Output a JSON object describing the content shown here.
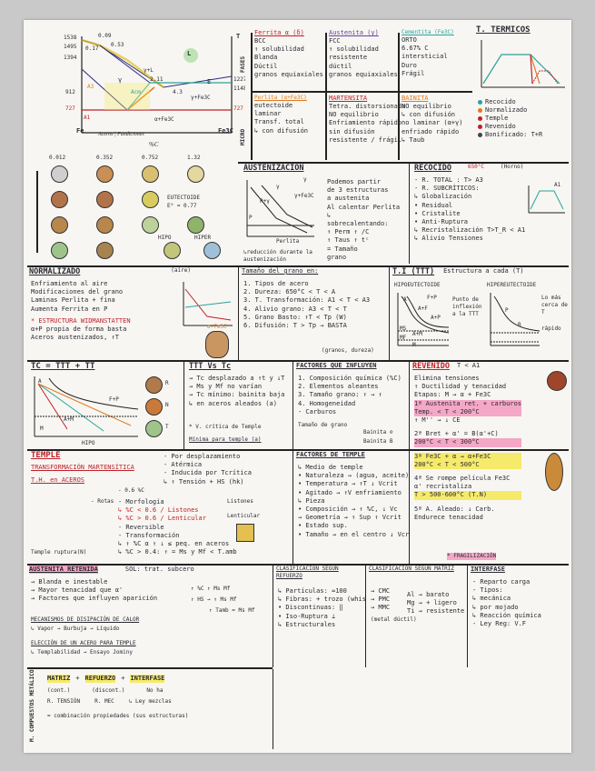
{
  "phase_diagram": {
    "temps": [
      "1538",
      "1495",
      "1394",
      "912",
      "727"
    ],
    "right_temps": [
      "1227",
      "1148",
      "727"
    ],
    "comps": [
      "0.09",
      "0.53",
      "0.17",
      "2.11",
      "4.3"
    ],
    "labels": {
      "L": "L",
      "gamma": "γ",
      "gL": "γ+L",
      "A3": "A3",
      "A1": "A1",
      "E": "E",
      "Fe3C": "γ+Fe3C",
      "aFe3C": "α+Fe3C",
      "acm": "Acm",
      "Fe": "Fe",
      "Fe3C_axis": "Fe3C",
      "T": "T"
    },
    "axis": "Aceros | Fundiciones",
    "xaxis": "%C"
  },
  "phases_table": {
    "side_label": "FASES",
    "micro_label": "MICRO",
    "cols": [
      {
        "title": "Ferrita α (δ)",
        "lines": [
          "BCC",
          "↑ solubilidad",
          "Blanda",
          "Dúctil",
          "granos equiaxiales"
        ]
      },
      {
        "title": "Austenita (γ)",
        "lines": [
          "FCC",
          "↑ solubilidad",
          "resistente",
          "dúctil",
          "granos equiaxiales"
        ]
      },
      {
        "title": "Cementita (Fe3C)",
        "lines": [
          "ORTO",
          "6.67% C",
          "intersticial",
          "Duro",
          "Frágil"
        ]
      }
    ],
    "micro": [
      {
        "title": "Perlita (α+Fe3C)",
        "lines": [
          "eutectoide",
          "laminar",
          "Transf. total",
          "↳ con difusión"
        ]
      },
      {
        "title": "MARTENSITA",
        "lines": [
          "Tetra. distorsionada",
          "NO equilibrio",
          "Enfriamiento rápido",
          "sin difusión",
          "resistente / frágil"
        ]
      },
      {
        "title": "BAINITA",
        "lines": [
          "NO equilibrio",
          "↳ con difusión",
          "no laminar (α+γ)",
          "enfriado rápido",
          "↳ Taub"
        ]
      }
    ]
  },
  "termicos": {
    "title": "T. TÉRMICOS",
    "legend": [
      "Recocido",
      "Normalizado",
      "Temple",
      "Revenido",
      "Bonificado: T+R"
    ],
    "legend_colors": [
      "#2aa39a",
      "#e07a1f",
      "#c0202a",
      "#c0202a",
      "#444444"
    ]
  },
  "micro_circles": {
    "labels": [
      "0.012",
      "0.352",
      "0.752",
      "1.32"
    ],
    "notes": [
      "EUTECTOIDE",
      "E⁰ = 0.77",
      "HIPO",
      "HIPER"
    ]
  },
  "austenizacion": {
    "title": "AUSTENIZACIÓN",
    "lines": [
      "Podemos partir",
      "de 3 estructuras",
      "a austenita",
      "Al calentar Perlita",
      "↳",
      "sobrecalentando:",
      "↑ Perm ↑ /C",
      "↑ Taus ↑ tᶜ",
      "= Tamaño",
      "grano"
    ],
    "note": "↳reducción durante la austenización",
    "curve_labels": [
      "P",
      "P+γ",
      "γ",
      "γ+Fe3C",
      "γ",
      "Perlita"
    ]
  },
  "recocido": {
    "title": "RECOCIDO",
    "lines": [
      "(Horno)",
      "- R. TOTAL : T> A3",
      "- R. SUBCRÍTICOS:",
      "↳ Globalización",
      "• Residual",
      "• Cristalite",
      "• Anti-Ruptura",
      "↳ Recristalización T>T_R < A1",
      "↳ Alivio Tensiones"
    ],
    "temp": "650°C",
    "axis": "A1"
  },
  "normalizado": {
    "title": "NORMALIZADO",
    "tag": "(aire)",
    "lines": [
      "Enfriamiento al aire",
      "Modificaciones del grano",
      "Laminas Perlita + fina",
      "Aumenta Ferrita en P",
      "* ESTRUCTURA WIDMANSTATTEN",
      "α+P propia de forma basta",
      "Aceros austenizados, ↑T"
    ],
    "micro_label": "α+Fe3C"
  },
  "tamanio_grano": {
    "title": "Tamaño del grano en:",
    "lines": [
      "1. Tipos de acero",
      "2. Dureza: 650°C < T < A",
      "3. T. Transformación: A1 < T < A3",
      "4. Alivio grano: A3 < T < T",
      "5. Grano Basto: ↑T < Tp (W)",
      "6. Difusión: T > Tp → BASTA"
    ],
    "note": "(granos, dureza)"
  },
  "ttt": {
    "title": "T.I (TTT)",
    "subtitle": "Estructura a cada (T)",
    "hipo": "HIPOEUTECTOIDE",
    "hiper": "HIPEREUTECTOIDE",
    "labels": [
      "A",
      "A+F",
      "A+P",
      "F+P",
      "MS",
      "MF",
      "A+M",
      "M",
      "B",
      "P"
    ],
    "notes": [
      "Punto de inflexión a la TTT",
      "Lo más cerca de T",
      "rápido"
    ]
  },
  "tc": {
    "title": "TC = TTT + TT",
    "labels": [
      "A",
      "A+M",
      "F+P",
      "M",
      "HIPO"
    ],
    "circles": [
      "R",
      "N",
      "T"
    ]
  },
  "ttt_vs_tc": {
    "title": "TTT Vs Tc",
    "lines": [
      "→ Tc desplazado a ↑t y ↓T",
      "→ Ms y Mf no varían",
      "→ Tc mínimo: bainita baja",
      "↳ en aceros aleados (a)"
    ],
    "note": "* V. crítica de Temple",
    "footer": "Mínima para temple (a)"
  },
  "factores": {
    "title": "FACTORES QUE INFLUYEN",
    "lines": [
      "1. Composición química (%C)",
      "2. Elementos aleantes",
      "3. Tamaño grano: ↑ → ↑",
      "4. Homogeneidad",
      "- Carburos"
    ],
    "notes": [
      "Tamaño de grano",
      "Bainita ⊘",
      "Bainita B"
    ]
  },
  "revenido": {
    "title": "REVENIDO",
    "tag": "T < A1",
    "lines": [
      "Elimina tensiones",
      "↑ Ductilidad y tenacidad",
      "Etapas: M → α + Fe3C",
      "1ª Austenita ret. + carburos",
      "Temp. < T < 200°C",
      "↑ M'' → ↓ CE",
      "2ª Bret + α' = B(α'+C)",
      "200°C < T < 300°C",
      "3ª Fe3C + α → α+Fe3C",
      "200°C < T < 500°C",
      "4ª Se rompe película Fe3C",
      "α' recristaliza",
      "T > 500-600°C (T.N)",
      "5ª A. Aleado: ↓ Carb.",
      "Endurece tenacidad"
    ],
    "note": "* FRAGILIZACIÓN"
  },
  "temple": {
    "title": "TEMPLE",
    "subtitle": "TRANSFORMACIÓN MARTENSÍTICA",
    "sub2": "T.H. en ACEROS",
    "lines": [
      "- Por desplazamiento",
      "- Atérmica",
      "- Inducida por Tcrítica",
      "↳ ↑ Tensión + HS (hk)",
      "- Morfología",
      "↳ %C < 0.6 / Listones",
      "↳ %C > 0.6 / Lenticular",
      "- Reversible",
      "- Transformación",
      "↳ ↑ %C α ↑ ↓ ≤ peq. en aceros",
      "↳ %C > 0.4: ↑ = Ms y Mf < T.amb"
    ],
    "labels": [
      "- 0.6 %C",
      "- Rotas",
      "Temple ruptura(N)",
      "Lenticular",
      "Listones"
    ]
  },
  "factores_temple": {
    "title": "FACTORES DE TEMPLE",
    "lines": [
      "↳ Medio de temple",
      "• Naturaleza → (agua, aceite)",
      "• Temperatura → ↑T ↓ Vcrit",
      "• Agitado → ↑V enfriamiento",
      "↳ Pieza",
      "• Composición → ↑ %C, ↓ Vc",
      "→ Geometría → ↑ Sup ↑ Vcrit",
      "• Estado sup.",
      "• Tamaño → en el centro ↓ Vcrit"
    ]
  },
  "austenita_retenida": {
    "title": "AUSTENITA RETENIDA",
    "tag": "SOL: trat. subcero",
    "lines": [
      "→ Blanda e inestable",
      "→ Mayor tenacidad que α'",
      "→ Factores que influyen aparición"
    ],
    "eq1": "↑ %C ↑ Ms Mf",
    "eq2": "↑ HS → ↑ Ms Mf",
    "note": "↑ Tamb = Ms Mf",
    "mecanismos": "MECANISMOS DE DISIPACIÓN DE CALOR",
    "mec_line": "↳ Vapor → Burbuja → Líquido",
    "eleccion": "ELECCIÓN DE UN ACERO PARA TEMPLE",
    "elec_line": "↳ Templabilidad → Ensayo Jominy"
  },
  "clasificacion_compuestos": {
    "title": "CLASIFICACIÓN SEGÚN REFUERZO",
    "lines": [
      "↳ Partículas: ≈100",
      "↳ Fibras: + trozo (whiskers)",
      "• Discontinuas: ‖",
      "• Iso-Ruptura ⊥",
      "↳ Estructurales"
    ]
  },
  "clasificacion_matriz": {
    "title": "CLASIFICACIÓN SEGÚN MATRIZ",
    "lines": [
      "→ CMC",
      "→ PMC",
      "→ MMC"
    ],
    "props": [
      "Al → barato",
      "Mg → + ligero",
      "Ti → resistente"
    ],
    "note": "(metal dúctil)"
  },
  "interfase": {
    "title": "INTERFASE",
    "lines": [
      "- Reparto carga",
      "- Tipos:",
      "↳ mecánica",
      "↳ por mojado",
      "↳ Reacción química",
      "- Ley Reg: V.F"
    ]
  },
  "compuestos": {
    "side_label": "M. COMPUESTOS METÁLICOS",
    "row1": [
      "MATRIZ",
      "+",
      "REFUERZO",
      "+",
      "INTERFASE"
    ],
    "row2": [
      "(cont.)",
      "(discont.)",
      "No ha"
    ],
    "row3": [
      "R. TENSIÓN",
      "R. MEC",
      "↳ Ley mezclas"
    ],
    "footer": "= combinación propiedades (sus estructuras)"
  }
}
